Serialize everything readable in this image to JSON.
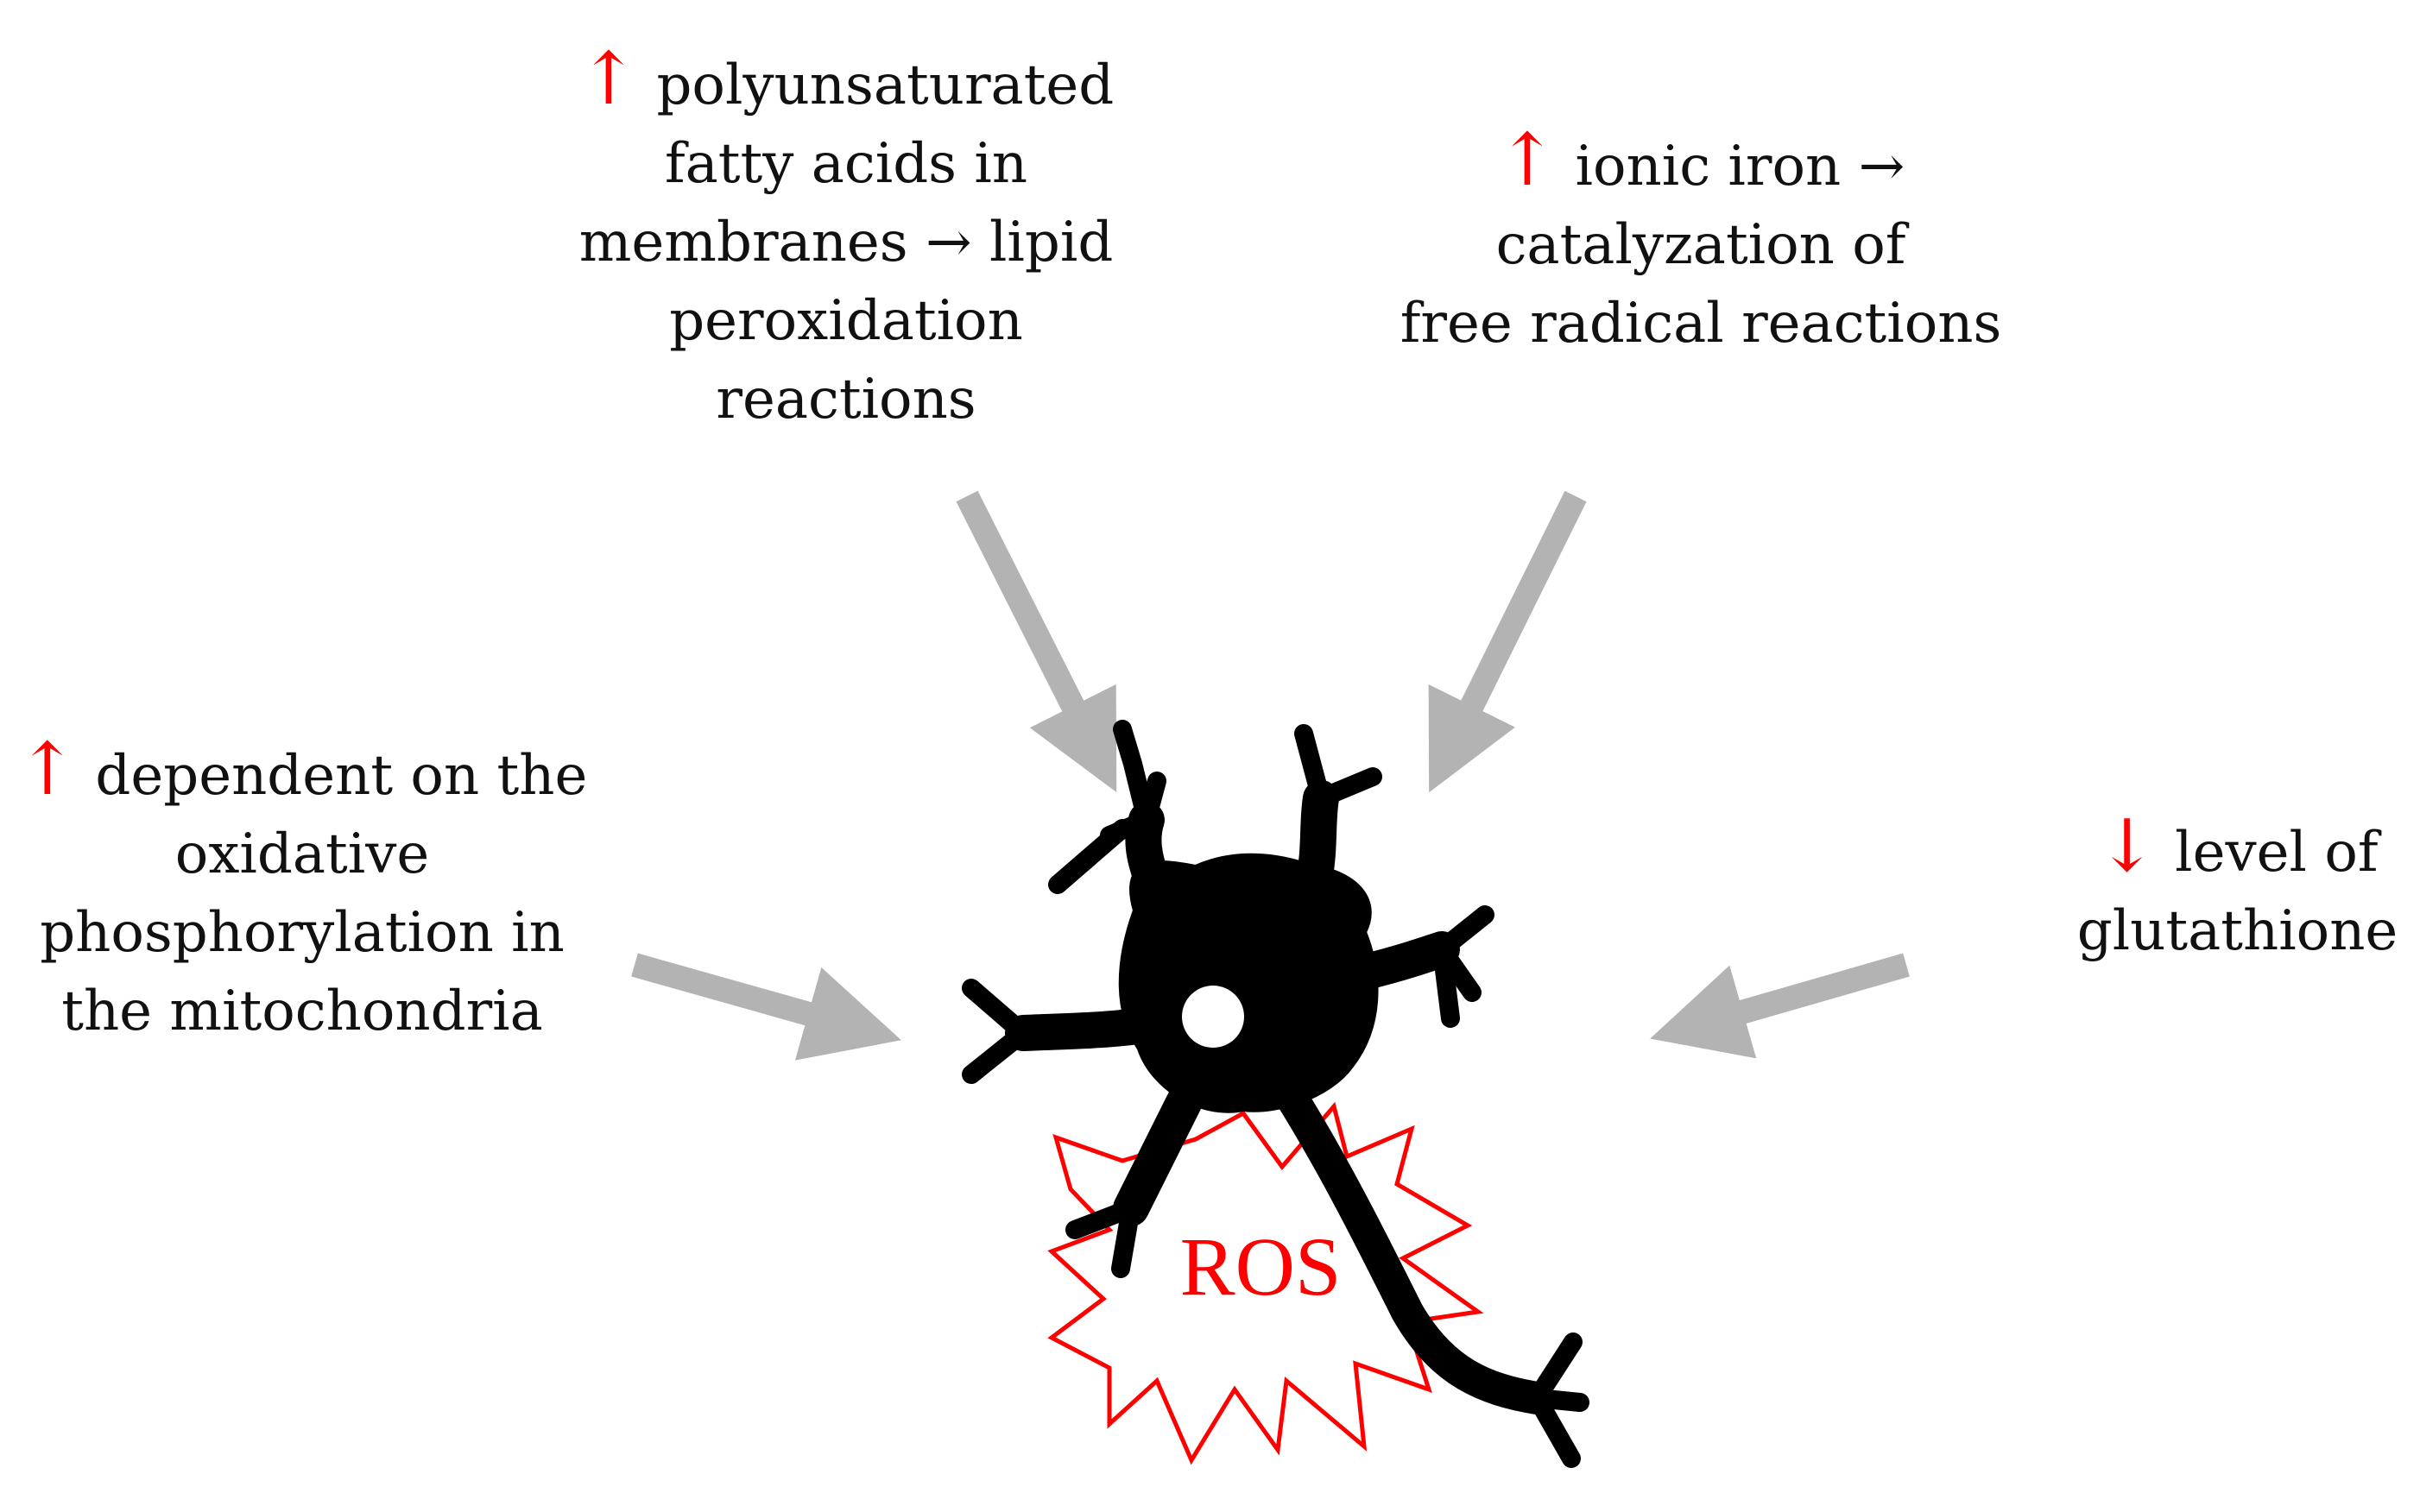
{
  "factors": {
    "pufa": {
      "trend_symbol": "↑",
      "lines": [
        "polyunsaturated",
        "fatty acids in",
        "membranes → lipid",
        "peroxidation",
        "reactions"
      ]
    },
    "iron": {
      "trend_symbol": "↑",
      "lines": [
        "ionic iron →",
        "catalyzation of",
        "free radical reactions"
      ]
    },
    "oxphos": {
      "trend_symbol": "↑",
      "lines": [
        "dependent on the",
        "oxidative",
        "phosphorylation in",
        "the mitochondria"
      ]
    },
    "glutathione": {
      "trend_symbol": "↓",
      "lines": [
        "level of",
        "glutathione"
      ]
    }
  },
  "center": {
    "burst_label": "ROS"
  },
  "colors": {
    "trend_arrow": "#ff0000",
    "connector_arrow": "#b3b3b3",
    "neuron": "#000000",
    "burst": "#ff0000"
  }
}
